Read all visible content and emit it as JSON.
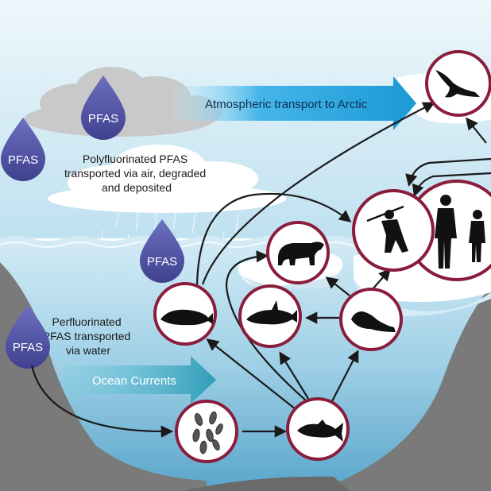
{
  "colors": {
    "sky_top": "#e9f4fa",
    "sky_bottom": "#bfe0ef",
    "water_top": "#cfe9f4",
    "water_bottom": "#6fb3d3",
    "seafloor": "#7b7b7b",
    "circle_border": "#8a1c3c",
    "arrow": "#1a1a1a",
    "drop": "#4d4f9f",
    "atmo_arrow": "#1f9bd6",
    "ocean_arrow": "#3aa5bf"
  },
  "drops": [
    {
      "label": "PFAS"
    },
    {
      "label": "PFAS"
    },
    {
      "label": "PFAS"
    },
    {
      "label": "PFAS"
    }
  ],
  "labels": {
    "atmospheric": "Atmospheric transport to Arctic",
    "ocean_currents": "Ocean Currents",
    "poly_line1": "Polyfluorinated PFAS",
    "poly_line2": "transported via air, degraded",
    "poly_line3": "and deposited",
    "perf_line1": "Perfluorinated",
    "perf_line2": "PFAS transported",
    "perf_line3": "via water"
  },
  "food_web_nodes": [
    {
      "name": "seabird",
      "icon": "bird-icon"
    },
    {
      "name": "polar bear",
      "icon": "polar-bear-icon"
    },
    {
      "name": "humans",
      "icon": "humans-icon"
    },
    {
      "name": "whale",
      "icon": "whale-icon"
    },
    {
      "name": "orca",
      "icon": "orca-icon"
    },
    {
      "name": "seal",
      "icon": "seal-icon"
    },
    {
      "name": "zooplankton",
      "icon": "zooplankton-icon"
    },
    {
      "name": "fish",
      "icon": "fish-icon"
    }
  ]
}
